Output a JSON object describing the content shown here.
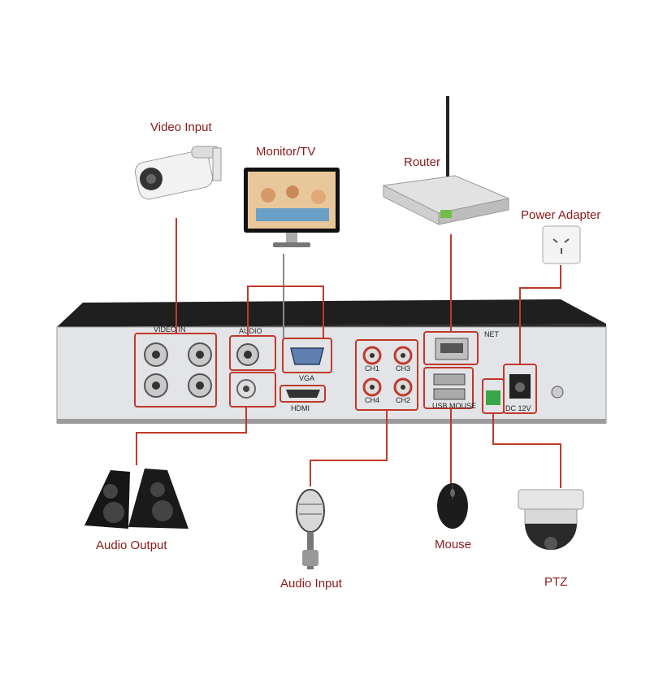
{
  "labels": {
    "video_input": "Video Input",
    "monitor_tv": "Monitor/TV",
    "router": "Router",
    "power_adapter": "Power Adapter",
    "audio_output": "Audio Output",
    "audio_input": "Audio Input",
    "mouse": "Mouse",
    "ptz": "PTZ"
  },
  "panel": {
    "video_in": "VIDEO IN",
    "audio": "AUDIO",
    "vga": "VGA",
    "hdmi": "HDMI",
    "net": "NET",
    "usb": "USB MOUSE",
    "dc": "DC 12V",
    "ch1": "CH1",
    "ch2": "CH2",
    "ch3": "CH3",
    "ch4": "CH4"
  },
  "colors": {
    "connector_line": "#c0392b",
    "label_text": "#8b1a1a",
    "chassis_top": "#1e1e1e",
    "chassis_panel": "#e4e5e8"
  }
}
